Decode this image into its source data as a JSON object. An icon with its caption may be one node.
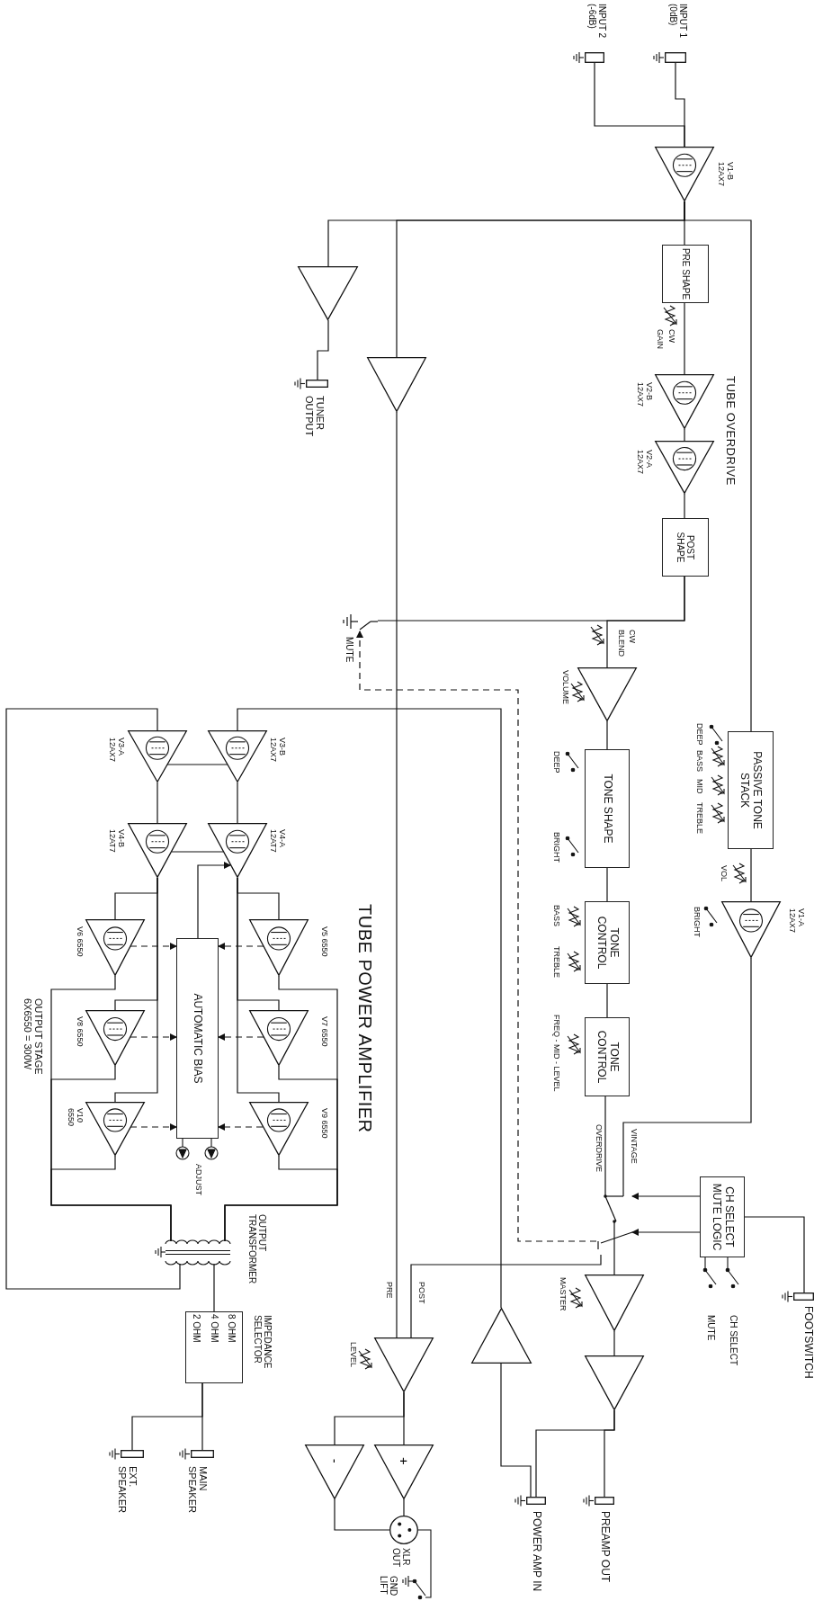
{
  "diagram": {
    "nodes": [
      {
        "text": [],
        "shape": "jack",
        "beside": [
          "INPUT 1 (0dB)"
        ]
      },
      {
        "text": [],
        "shape": "jack",
        "beside": [
          "INPUT 2 (-6dB)"
        ]
      },
      {
        "text": [],
        "shape": "triangle",
        "beside": [
          "V1-B 12AX7"
        ]
      },
      {
        "text": [
          "PRE SHAPE"
        ]
      },
      {
        "text": [],
        "shape": "triangle",
        "beside": [
          "V2-B 12AX7"
        ]
      },
      {
        "text": [],
        "shape": "triangle",
        "beside": [
          "V2-A 12AX7"
        ]
      },
      {
        "text": [
          "POST SHAPE"
        ]
      },
      {
        "text": [],
        "shape": "triangle",
        "beside": [
          "VOLUME"
        ]
      },
      {
        "text": [
          "TONE SHAPE"
        ]
      },
      {
        "text": [
          "TONE CONTROL"
        ]
      },
      {
        "text": [
          "TONE CONTROL"
        ]
      },
      {
        "text": [
          "PASSIVE TONE STACK"
        ]
      },
      {
        "text": [],
        "shape": "triangle",
        "beside": [
          "V1-A 12AX7"
        ]
      },
      {
        "text": [
          "CH SELECT MUTE LOGIC"
        ]
      },
      {
        "text": [],
        "shape": "jack",
        "beside": [
          "FOOTSWITCH"
        ]
      },
      {
        "text": [],
        "shape": "triangle",
        "beside": [
          "MASTER"
        ]
      },
      {
        "text": [],
        "shape": "triangle"
      },
      {
        "text": [],
        "shape": "jack",
        "beside": [
          "PREAMP OUT"
        ]
      },
      {
        "text": [],
        "shape": "jack",
        "beside": [
          "POWER AMP IN"
        ]
      },
      {
        "text": [],
        "shape": "triangle"
      },
      {
        "text": [],
        "shape": "triangle"
      },
      {
        "text": [],
        "shape": "jack",
        "beside": [
          "TUNER OUTPUT"
        ]
      },
      {
        "text": [],
        "shape": "triangle"
      },
      {
        "text": [],
        "shape": "triangle",
        "beside": [
          "LEVEL"
        ]
      },
      {
        "text": [
          "+"
        ]
      },
      {
        "text": [
          "-"
        ]
      },
      {
        "text": [],
        "shape": "circle",
        "beside": [
          "XLR OUT"
        ]
      },
      {
        "text": [],
        "shape": "triangle",
        "beside": [
          "V3-B 12AX7"
        ]
      },
      {
        "text": [],
        "shape": "triangle",
        "beside": [
          "V3-A 12AX7"
        ]
      },
      {
        "text": [],
        "shape": "triangle",
        "beside": [
          "V4-A 12AT7"
        ]
      },
      {
        "text": [],
        "shape": "triangle",
        "beside": [
          "V4-B 12AT7"
        ]
      },
      {
        "text": [],
        "shape": "triangle",
        "beside": [
          "V5 6550"
        ]
      },
      {
        "text": [],
        "shape": "triangle",
        "beside": [
          "V6 6550"
        ]
      },
      {
        "text": [],
        "shape": "triangle",
        "beside": [
          "V7 6550"
        ]
      },
      {
        "text": [],
        "shape": "triangle",
        "beside": [
          "V8 6550"
        ]
      },
      {
        "text": [],
        "shape": "triangle",
        "beside": [
          "V9 6550"
        ]
      },
      {
        "text": [],
        "shape": "triangle",
        "beside": [
          "V10 6550"
        ]
      },
      {
        "text": [
          "AUTOMATIC BIAS"
        ]
      },
      {
        "text": [],
        "shape": "transformer",
        "beside": [
          "OUTPUT TRANSFORMER"
        ]
      },
      {
        "text": [
          "8 OHM",
          "4 OHM",
          "2 OHM"
        ],
        "beside": [
          "IMPEDANCE SELECTOR"
        ]
      },
      {
        "text": [],
        "shape": "jack",
        "beside": [
          "MAIN SPEAKER"
        ]
      },
      {
        "text": [],
        "shape": "jack",
        "beside": [
          "EXT. SPEAKER"
        ]
      },
      {
        "text": [],
        "shape": "switch"
      },
      {
        "text": [],
        "shape": "switch"
      }
    ],
    "edges": [
      {
        "from": 0,
        "to": 2,
        "arrow": "none"
      },
      {
        "from": 1,
        "to": 2,
        "arrow": "none"
      },
      {
        "from": 2,
        "to": 3,
        "arrow": "none"
      },
      {
        "from": 2,
        "to": 11,
        "arrow": "none"
      },
      {
        "from": 2,
        "to": 20,
        "arrow": "none"
      },
      {
        "from": 2,
        "to": 22,
        "arrow": "none"
      },
      {
        "from": 3,
        "to": 4,
        "arrow": "none"
      },
      {
        "from": 4,
        "to": 5,
        "arrow": "none"
      },
      {
        "from": 5,
        "to": 6,
        "arrow": "none"
      },
      {
        "from": 6,
        "to": 7,
        "arrow": "none"
      },
      {
        "from": 6,
        "to": 43,
        "arrow": "none"
      },
      {
        "from": 7,
        "to": 8,
        "arrow": "none"
      },
      {
        "from": 8,
        "to": 9,
        "arrow": "none"
      },
      {
        "from": 9,
        "to": 10,
        "arrow": "none"
      },
      {
        "from": 10,
        "to": 42,
        "arrow": "none"
      },
      {
        "from": 11,
        "to": 12,
        "arrow": "none"
      },
      {
        "from": 12,
        "to": 42,
        "arrow": "none"
      },
      {
        "from": 13,
        "to": 42,
        "arrow": "to"
      },
      {
        "from": 13,
        "to": 42,
        "arrow": "to"
      },
      {
        "from": 14,
        "to": 13,
        "arrow": "none"
      },
      {
        "from": 42,
        "to": 43,
        "arrow": "to",
        "style": "dashed"
      },
      {
        "from": 42,
        "to": 15,
        "arrow": "none"
      },
      {
        "from": 42,
        "to": 23,
        "arrow": "none"
      },
      {
        "from": 15,
        "to": 16,
        "arrow": "none"
      },
      {
        "from": 16,
        "to": 17,
        "arrow": "none"
      },
      {
        "from": 16,
        "to": 18,
        "arrow": "none"
      },
      {
        "from": 18,
        "to": 19,
        "arrow": "none"
      },
      {
        "from": 19,
        "to": 27,
        "arrow": "none"
      },
      {
        "from": 20,
        "to": 21,
        "arrow": "none"
      },
      {
        "from": 22,
        "to": 23,
        "arrow": "none"
      },
      {
        "from": 23,
        "to": 24,
        "arrow": "none"
      },
      {
        "from": 23,
        "to": 25,
        "arrow": "none"
      },
      {
        "from": 24,
        "to": 26,
        "arrow": "none"
      },
      {
        "from": 25,
        "to": 26,
        "arrow": "none"
      },
      {
        "from": 27,
        "to": 28,
        "arrow": "none"
      },
      {
        "from": 27,
        "to": 29,
        "arrow": "none"
      },
      {
        "from": 28,
        "to": 30,
        "arrow": "none"
      },
      {
        "from": 29,
        "to": 30,
        "arrow": "none"
      },
      {
        "from": 37,
        "to": 29,
        "arrow": "to"
      },
      {
        "from": 29,
        "to": 31,
        "arrow": "none"
      },
      {
        "from": 29,
        "to": 33,
        "arrow": "none"
      },
      {
        "from": 29,
        "to": 35,
        "arrow": "none"
      },
      {
        "from": 30,
        "to": 32,
        "arrow": "none"
      },
      {
        "from": 30,
        "to": 34,
        "arrow": "none"
      },
      {
        "from": 30,
        "to": 36,
        "arrow": "none"
      },
      {
        "from": 31,
        "to": 37,
        "arrow": "to",
        "style": "dashed"
      },
      {
        "from": 32,
        "to": 37,
        "arrow": "to",
        "style": "dashed"
      },
      {
        "from": 33,
        "to": 37,
        "arrow": "to",
        "style": "dashed"
      },
      {
        "from": 34,
        "to": 37,
        "arrow": "to",
        "style": "dashed"
      },
      {
        "from": 35,
        "to": 37,
        "arrow": "to",
        "style": "dashed"
      },
      {
        "from": 36,
        "to": 37,
        "arrow": "to",
        "style": "dashed"
      },
      {
        "from": 31,
        "to": 38,
        "arrow": "none"
      },
      {
        "from": 32,
        "to": 38,
        "arrow": "none"
      },
      {
        "from": 33,
        "to": 38,
        "arrow": "none"
      },
      {
        "from": 34,
        "to": 38,
        "arrow": "none"
      },
      {
        "from": 35,
        "to": 38,
        "arrow": "none"
      },
      {
        "from": 36,
        "to": 38,
        "arrow": "none"
      },
      {
        "from": 38,
        "to": 28,
        "arrow": "none"
      },
      {
        "from": 38,
        "to": 39,
        "arrow": "none"
      },
      {
        "from": 39,
        "to": 40,
        "arrow": "none"
      },
      {
        "from": 39,
        "to": 41,
        "arrow": "none"
      }
    ],
    "labels": [
      "TUBE OVERDRIVE",
      "CW",
      "GAIN",
      "CW",
      "BLEND",
      "MUTE",
      "DEEP",
      "BASS",
      "MID",
      "TREBLE",
      "VOL",
      "BRIGHT",
      "DEEP",
      "BRIGHT",
      "BASS",
      "TREBLE",
      "FREQ - MID - LEVEL",
      "VINTAGE",
      "OVERDRIVE",
      "CH SELECT",
      "MUTE",
      "PRE",
      "POST",
      "GND LIFT",
      "TUBE POWER AMPLIFIER",
      "ADJUST",
      "OUTPUT STAGE 6X6550 = 300W"
    ]
  }
}
